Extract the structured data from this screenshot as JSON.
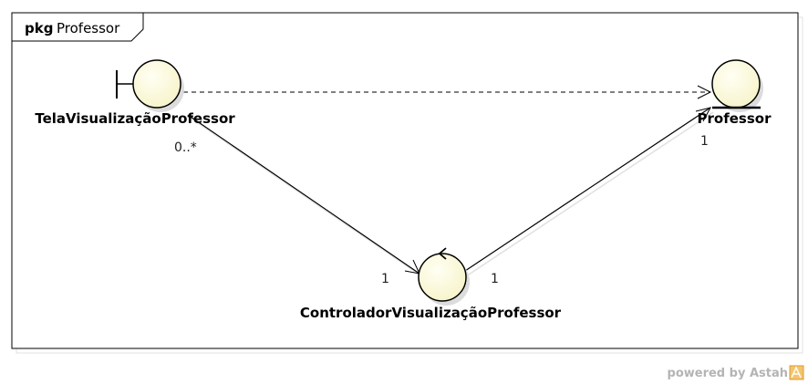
{
  "package": {
    "keyword": "pkg",
    "name": "Professor"
  },
  "elements": {
    "boundary": {
      "label": "TelaVisualizaçãoProfessor"
    },
    "control": {
      "label": "ControladorVisualizaçãoProfessor"
    },
    "entity": {
      "label": "Professor"
    }
  },
  "associations": {
    "boundary_control": {
      "source_multiplicity": "0..*",
      "target_multiplicity": "1"
    },
    "control_entity": {
      "source_multiplicity": "1",
      "target_multiplicity": "1"
    }
  },
  "dependency": {
    "style": "dashed"
  },
  "watermark": {
    "text": "powered by Astah"
  },
  "colors": {
    "fill": "#fdfbe3",
    "stroke": "#000000",
    "shadow": "#d9d9d9",
    "accent": "#f0b04a"
  }
}
